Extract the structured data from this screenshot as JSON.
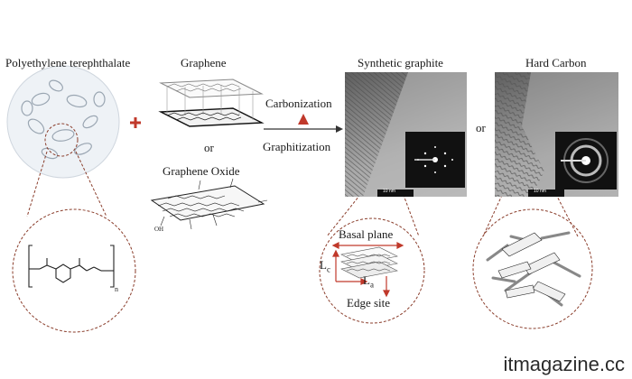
{
  "labels": {
    "pet_title": "Polyethylene terephthalate",
    "graphene": "Graphene",
    "or_middle": "or",
    "graphene_oxide": "Graphene Oxide",
    "carbonization": "Carbonization",
    "graphitization": "Graphitization",
    "synthetic_graphite": "Synthetic graphite",
    "or_right": "or",
    "hard_carbon": "Hard Carbon",
    "basal_plane": "Basal plane",
    "lc": "L",
    "lc_sub": "c",
    "la": "L",
    "la_sub": "a",
    "edge_site": "Edge site",
    "pet_n": "n",
    "go_oh": "OH",
    "scalebar_1": "10 nm",
    "scalebar_2": "10 nm"
  },
  "colors": {
    "plus": "#c0392b",
    "arrow": "#c0392b",
    "dashed": "#8a3d2b",
    "axis": "#c0392b"
  },
  "watermark": "itmagazine.cc"
}
